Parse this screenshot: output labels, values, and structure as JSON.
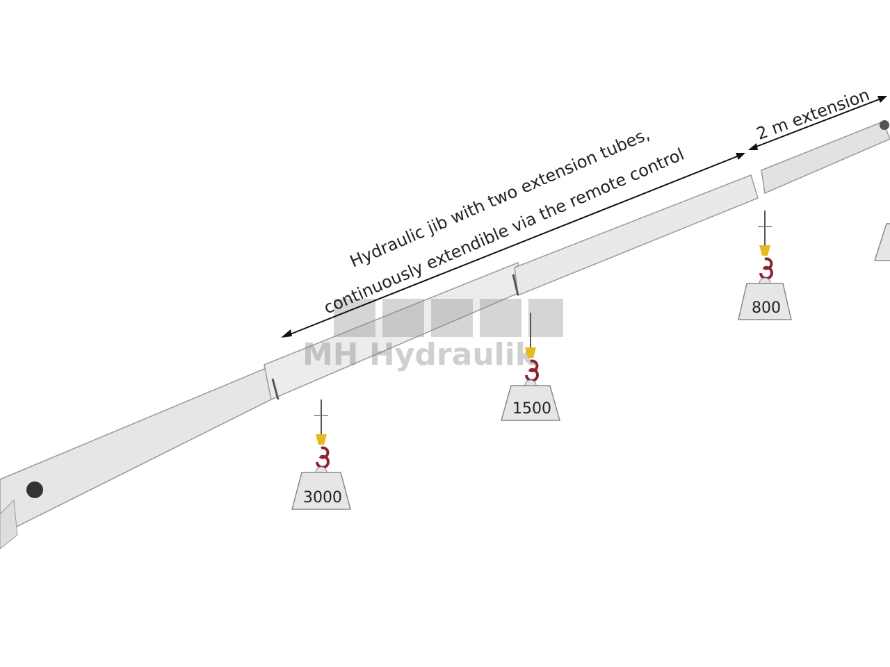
{
  "annotations": {
    "jib_line1": "Hydraulic jib with two extension tubes,",
    "jib_line2": "continuously extendible via the remote control",
    "extension": "2 m extension"
  },
  "loads": [
    {
      "value": "3000"
    },
    {
      "value": "1500"
    },
    {
      "value": "800"
    }
  ],
  "watermark": "MH Hydraulik",
  "colors": {
    "boom": "#e4e4e4",
    "hook": "#8b2430",
    "swivel": "#e8b820",
    "weight": "#e6e6e6"
  }
}
